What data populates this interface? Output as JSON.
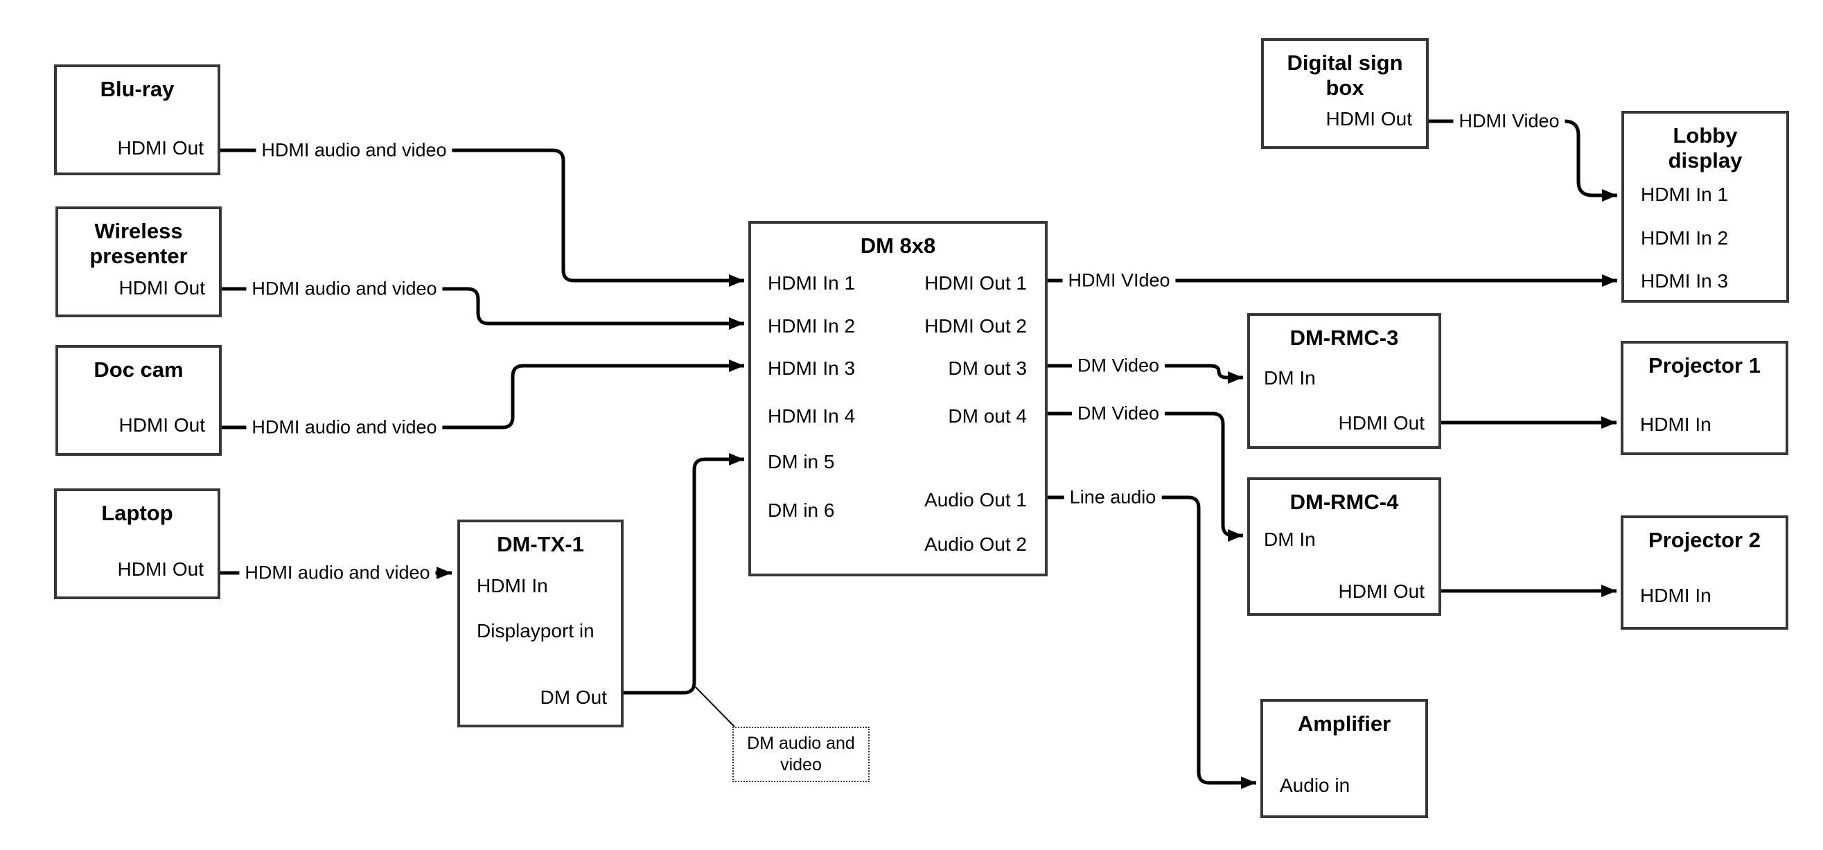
{
  "diagram": {
    "colors": {
      "background": "#ffffff",
      "box_border": "#383838",
      "line": "#000000",
      "text": "#000000"
    },
    "nodes": {
      "bluray": {
        "title": "Blu-ray",
        "port_hdmi_out": "HDMI Out"
      },
      "wireless_presenter": {
        "title": "Wireless presenter",
        "port_hdmi_out": "HDMI Out"
      },
      "doc_cam": {
        "title": "Doc cam",
        "port_hdmi_out": "HDMI Out"
      },
      "laptop": {
        "title": "Laptop",
        "port_hdmi_out": "HDMI Out"
      },
      "dm_tx_1": {
        "title": "DM-TX-1",
        "port_hdmi_in": "HDMI In",
        "port_displayport_in": "Displayport in",
        "port_dm_out": "DM Out"
      },
      "dm_8x8": {
        "title": "DM 8x8",
        "in1": "HDMI In 1",
        "in2": "HDMI In 2",
        "in3": "HDMI In 3",
        "in4": "HDMI In 4",
        "in5": "DM in 5",
        "in6": "DM in 6",
        "out1": "HDMI Out 1",
        "out2": "HDMI Out 2",
        "out3": "DM out 3",
        "out4": "DM out 4",
        "aout1": "Audio Out 1",
        "aout2": "Audio Out 2"
      },
      "digital_sign_box": {
        "title": "Digital sign box",
        "port_hdmi_out": "HDMI Out"
      },
      "lobby_display": {
        "title": "Lobby display",
        "in1": "HDMI In 1",
        "in2": "HDMI In 2",
        "in3": "HDMI In 3"
      },
      "dm_rmc_3": {
        "title": "DM-RMC-3",
        "port_dm_in": "DM In",
        "port_hdmi_out": "HDMI Out"
      },
      "projector_1": {
        "title": "Projector 1",
        "port_hdmi_in": "HDMI In"
      },
      "dm_rmc_4": {
        "title": "DM-RMC-4",
        "port_dm_in": "DM In",
        "port_hdmi_out": "HDMI Out"
      },
      "projector_2": {
        "title": "Projector 2",
        "port_hdmi_in": "HDMI In"
      },
      "amplifier": {
        "title": "Amplifier",
        "port_audio_in": "Audio in"
      }
    },
    "edges": {
      "bluray_to_dm8x8": "HDMI audio and video",
      "wireless_to_dm8x8": "HDMI audio and video",
      "doccam_to_dm8x8": "HDMI audio and video",
      "laptop_to_dmtx1": "HDMI audio and video",
      "dm8x8_out1_to_lobby": "HDMI VIdeo",
      "dm8x8_out3_to_rmc3": "DM Video",
      "dm8x8_out4_to_rmc4": "DM Video",
      "dm8x8_aout1_to_amp": "Line audio",
      "sign_to_lobby": "HDMI Video",
      "dmtx1_annotation": "DM audio and video"
    }
  }
}
